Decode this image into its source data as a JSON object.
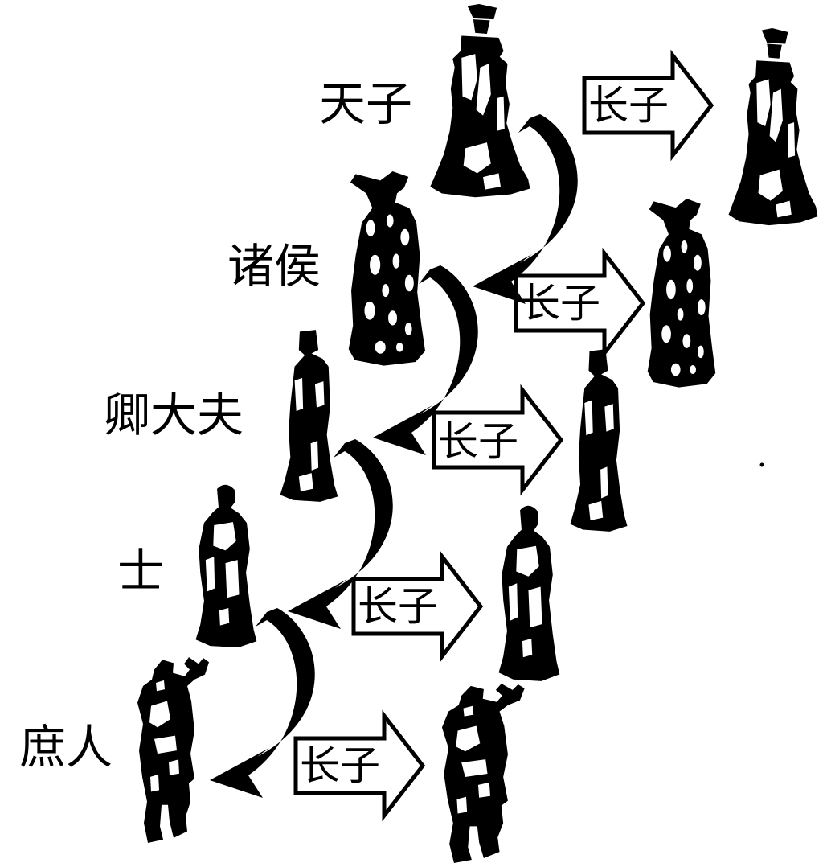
{
  "background_color": "#ffffff",
  "ink_color": "#000000",
  "diagram": {
    "type": "hierarchy-succession-diagram",
    "levels": [
      {
        "rank": "天子",
        "heir_label": "长子",
        "parent_figure": "emperor-statue-icon",
        "heir_figure": "emperor-statue-icon"
      },
      {
        "rank": "诸侯",
        "heir_label": "长子",
        "parent_figure": "duke-statue-icon",
        "heir_figure": "duke-statue-icon"
      },
      {
        "rank": "卿大夫",
        "heir_label": "长子",
        "parent_figure": "minister-statue-icon",
        "heir_figure": "minister-statue-icon"
      },
      {
        "rank": "士",
        "heir_label": "长子",
        "parent_figure": "scholar-statue-icon",
        "heir_figure": "scholar-statue-icon"
      },
      {
        "rank": "庶人",
        "heir_label": "长子",
        "parent_figure": "commoner-statue-icon",
        "heir_figure": "commoner-statue-icon"
      }
    ],
    "connector_icons": [
      "curved-descent-arrow-icon",
      "curved-descent-arrow-icon",
      "curved-descent-arrow-icon",
      "curved-descent-arrow-icon"
    ],
    "heir_arrow_icon": "block-right-arrow-icon"
  }
}
